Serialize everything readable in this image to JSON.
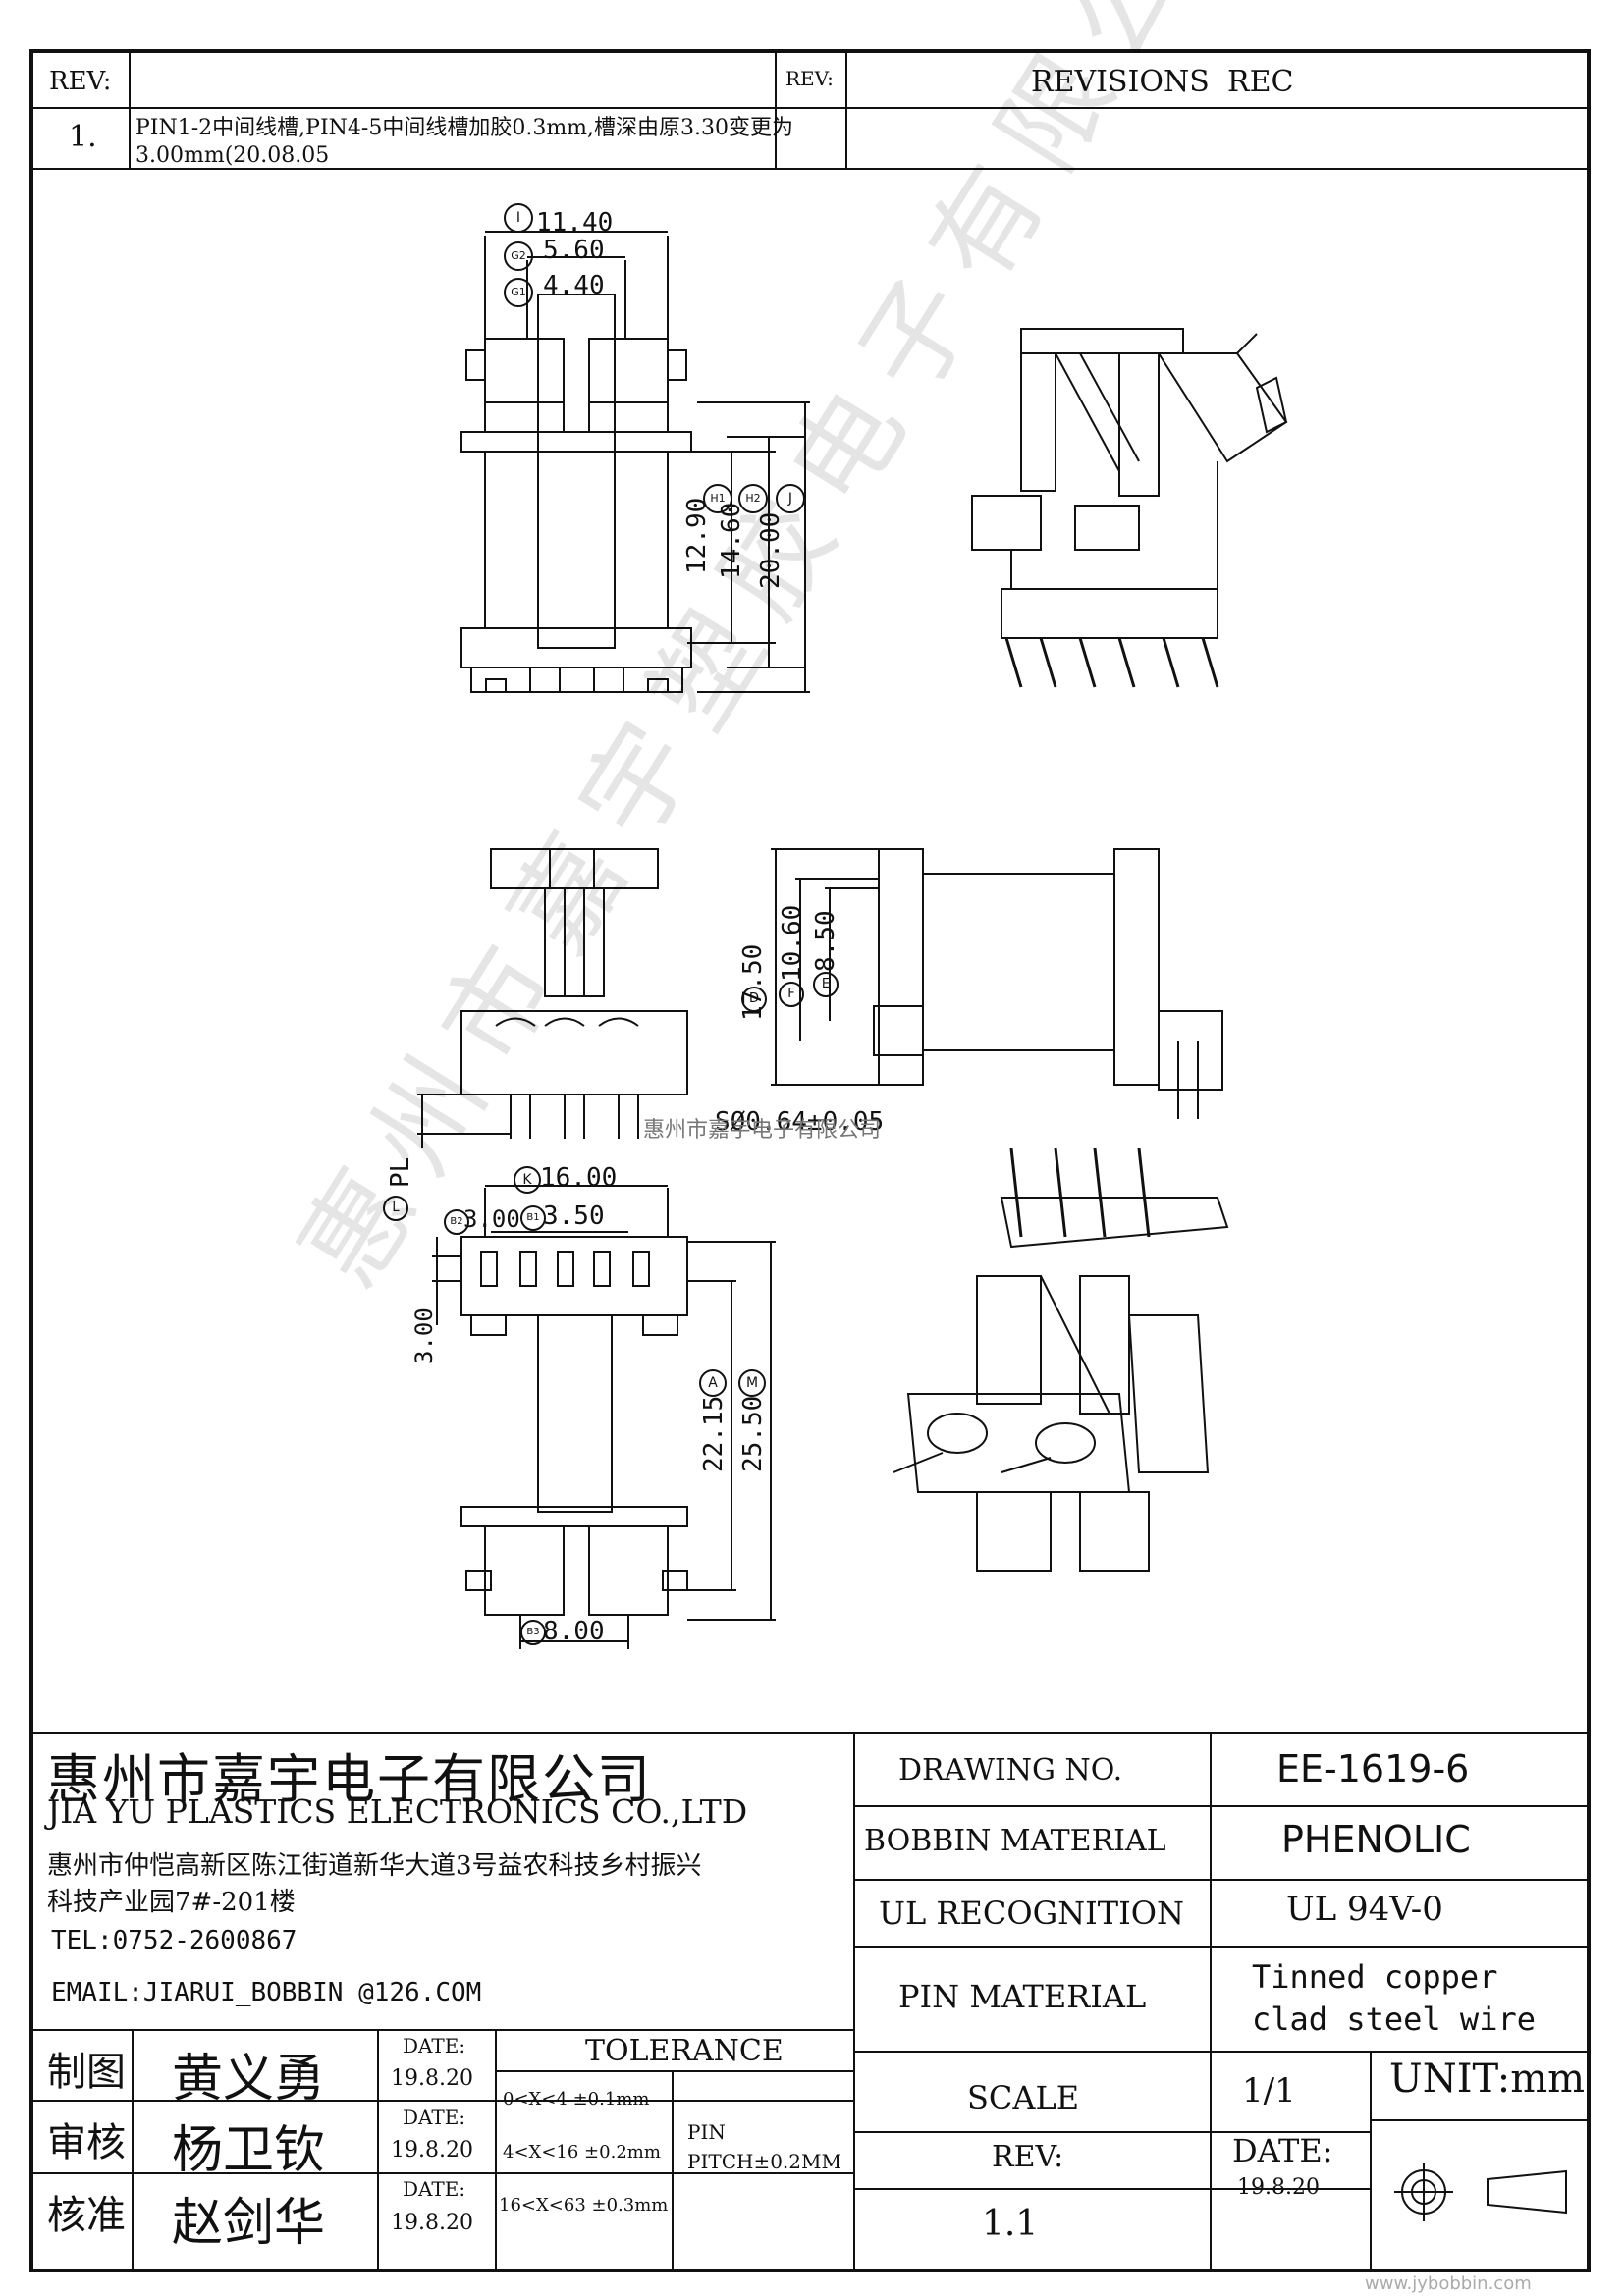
{
  "revision_header": {
    "rev_label": "REV:",
    "rev_label_2": "REV:",
    "revisions_label": "REVISIONS",
    "rec_label": "REC",
    "row_number": "1.",
    "row_text_line1": "PIN1-2中间线槽,PIN4-5中间线槽加胶0.3mm,槽深由原3.30变更为",
    "row_text_line2": "3.00mm(20.08.05"
  },
  "dimensions": {
    "top_width_I": "11.40",
    "top_width_G2": "5.60",
    "top_width_G1": "4.40",
    "height_H1": "12.90",
    "height_H2": "14.60",
    "height_J": "20.00",
    "side_height_D": "17.50",
    "side_height_F": "10.60",
    "side_height_E": "8.50",
    "pin_dia": "SØ0.64±0.05",
    "pl_label": "PL",
    "bottom_width_K": "16.00",
    "bottom_B2": "3.00",
    "bottom_B1": "3.50",
    "bottom_left": "3.00",
    "bottom_A": "22.15",
    "bottom_M": "25.50",
    "bottom_B3": "8.00"
  },
  "circle_markers": {
    "I": "I",
    "G2": "G2",
    "G1": "G1",
    "H1": "H1",
    "H2": "H2",
    "J": "J",
    "D": "D",
    "F": "F",
    "E": "E",
    "L": "L",
    "K": "K",
    "B2": "B2",
    "B1": "B1",
    "A": "A",
    "M": "M",
    "B3": "B3"
  },
  "watermark": {
    "overlay_text": "惠州市嘉宇电子有限公司",
    "diagonal_text": "惠州市嘉宇塑胶电子有限公司"
  },
  "title_block": {
    "company_cn": "惠州市嘉宇电子有限公司",
    "company_en": "JIA YU PLASTICS ELECTRONICS CO.,LTD",
    "address_line1": "惠州市仲恺高新区陈江街道新华大道3号益农科技乡村振兴",
    "address_line2": "科技产业园7#-201楼",
    "tel": "TEL:0752-2600867",
    "email": "EMAIL:JIARUI_BOBBIN @126.COM",
    "drawing_no_label": "DRAWING  NO.",
    "drawing_no": "EE-1619-6",
    "bobbin_material_label": "BOBBIN  MATERIAL",
    "bobbin_material": "PHENOLIC",
    "ul_label": "UL RECOGNITION",
    "ul_value": "UL 94V-0",
    "pin_material_label": "PIN MATERIAL",
    "pin_material_line1": "Tinned copper",
    "pin_material_line2": "clad steel wire",
    "scale_label": "SCALE",
    "scale_value": "1/1",
    "unit": "UNIT:mm",
    "rev_label": "REV:",
    "rev_value": "1.1",
    "date_label": "DATE:",
    "date_value": "19.8.20",
    "tolerance_label": "TOLERANCE",
    "tol_1": "0<X<4  ±0.1mm",
    "tol_2": "4<X<16 ±0.2mm",
    "tol_3": "16<X<63 ±0.3mm",
    "pin_pitch_1": "PIN",
    "pin_pitch_2": "PITCH±0.2MM",
    "roles": [
      {
        "role": "制图",
        "name": "黄义勇",
        "date_label": "DATE:",
        "date": "19.8.20"
      },
      {
        "role": "审核",
        "name": "杨卫钦",
        "date_label": "DATE:",
        "date": "19.8.20"
      },
      {
        "role": "核准",
        "name": "赵剑华",
        "date_label": "DATE:",
        "date": "19.8.20"
      }
    ]
  },
  "footer_url": "www.jybobbin.com"
}
